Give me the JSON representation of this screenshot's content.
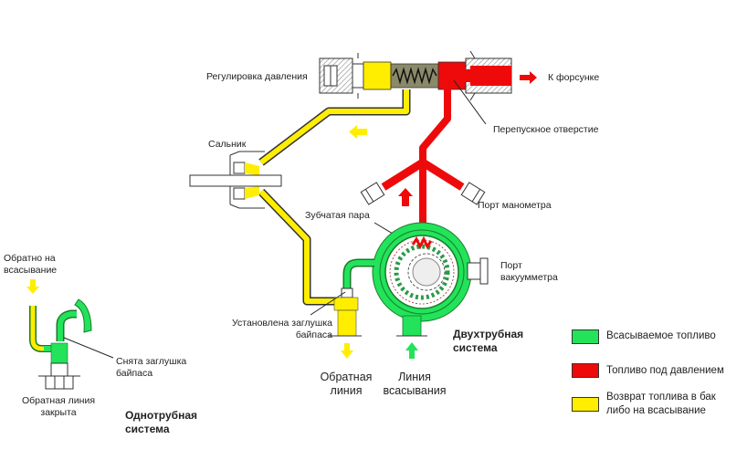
{
  "colors": {
    "suction": "#22e35a",
    "pressure": "#ee0a0a",
    "return": "#ffee00",
    "housing_hatch": "#888888"
  },
  "labels": {
    "pressure_regulation": "Регулировка давления",
    "to_nozzle": "К форсунке",
    "bypass_hole": "Перепускное отверстие",
    "seal": "Сальник",
    "gauge_port": "Порт манометра",
    "gear_set": "Зубчатая пара",
    "vacuum_port": "Порт вакуумметра",
    "bypass_plug_installed": "Установлена заглушка байпаса",
    "return_line": "Обратная линия",
    "suction_line": "Линия всасывания",
    "back_to_suction": "Обратно на всасывание",
    "bypass_plug_removed": "Снята заглушка байпаса",
    "return_line_closed": "Обратная линия закрыта"
  },
  "titles": {
    "two_pipe": "Двухтрубная система",
    "one_pipe": "Однотрубная система"
  },
  "legend": [
    {
      "key": "suction",
      "label": "Всасываемое топливо",
      "color": "#22e35a"
    },
    {
      "key": "pressure",
      "label": "Топливо под давлением",
      "color": "#ee0a0a"
    },
    {
      "key": "return",
      "label": "Возврат топлива в бак либо на всасывание",
      "color": "#ffee00"
    }
  ]
}
